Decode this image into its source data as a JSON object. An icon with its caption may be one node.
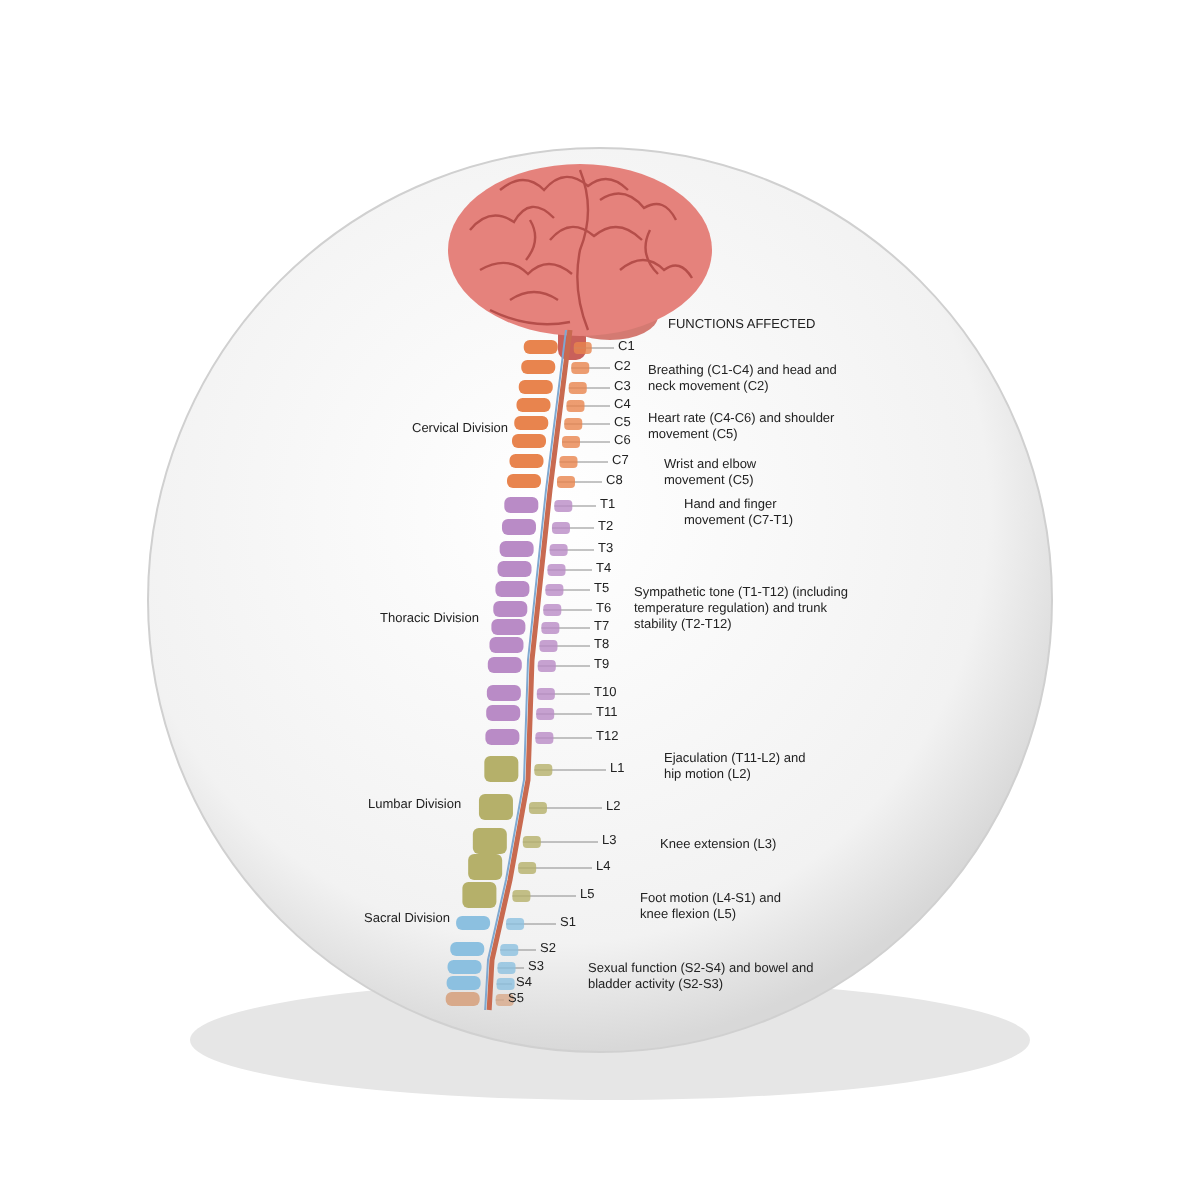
{
  "diagram": {
    "labels": [
      "FUNCTIONS AFFECTED",
      "C1",
      "C2",
      "Breathing (C1-C4) and head and neck movement (C2)",
      "C3",
      "C4",
      "Cervical Division",
      "C5",
      "Heart rate (C4-C6) and shoulder movement (C5)",
      "C6",
      "C7",
      "Wrist and elbow movement (C5)",
      "C8",
      "T1",
      "Hand and finger movement (C7-T1)",
      "T2",
      "T3",
      "T4",
      "T5",
      "Sympathetic tone (T1-T12) (including temperature regulation) and trunk stability (T2-T12)",
      "T6",
      "T7",
      "Thoracic Division",
      "T8",
      "T9",
      "T10",
      "T11",
      "T12",
      "Ejaculation (T11-L2) and hip motion (L2)",
      "L1",
      "Lumbar Division",
      "L2",
      "L3",
      "Knee extension (L3)",
      "L4",
      "L5",
      "Foot motion (L4-S1) and knee flexion (L5)",
      "Sacral Division",
      "S1",
      "S2",
      "S3",
      "Sexual function (S2-S4) and bowel and bladder activity (S2-S3)",
      "S4",
      "S5"
    ]
  }
}
